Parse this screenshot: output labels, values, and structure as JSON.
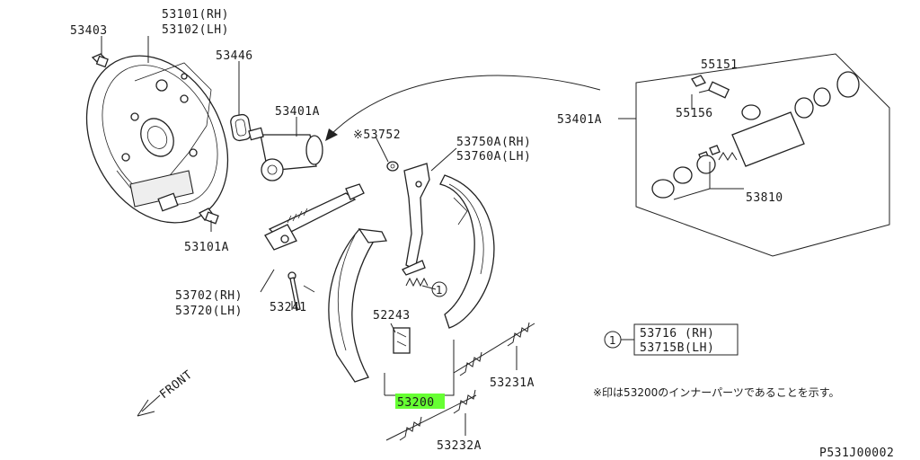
{
  "labels": {
    "p53403": "53403",
    "p53101_rh": "53101(RH)",
    "p53102_lh": "53102(LH)",
    "p53446": "53446",
    "p53401a": "53401A",
    "p53401a_detail": "53401A",
    "p53101a": "53101A",
    "p53752": "※53752",
    "p53750a_rh": "53750A(RH)",
    "p53760a_lh": "53760A(LH)",
    "p53702_rh": "53702(RH)",
    "p53720_lh": "53720(LH)",
    "p53241": "53241",
    "p52243": "52243",
    "p53200": "53200",
    "p53231a": "53231A",
    "p53232a": "53232A",
    "p55151": "55151",
    "p55156": "55156",
    "p53810": "53810",
    "front": "FRONT",
    "callout_number": "1",
    "legend_53716_rh": "53716 (RH)",
    "legend_53715b_lh": "53715B(LH)",
    "note_text": "※印は53200のインナーパーツであることを示す。",
    "diagram_id": "P531J00002"
  },
  "colors": {
    "line": "#222222",
    "highlight": "#66ff33"
  }
}
